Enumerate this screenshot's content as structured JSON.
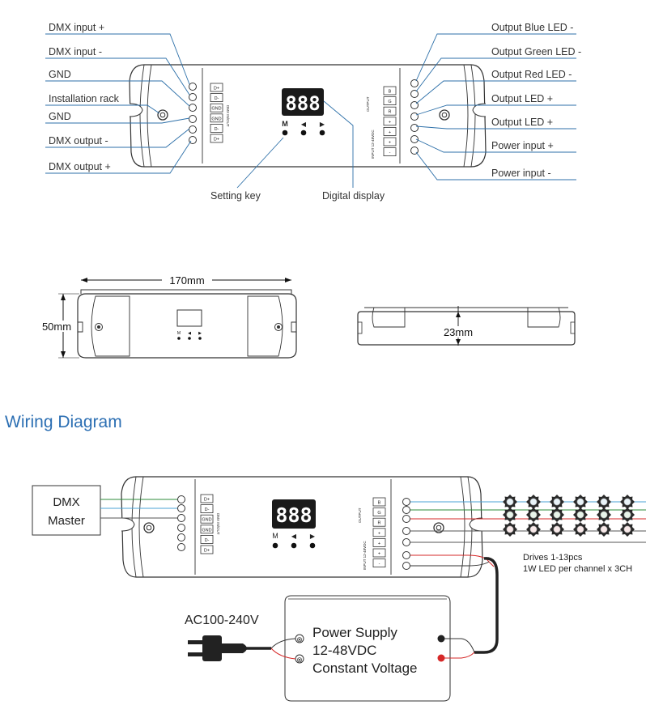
{
  "top_labels_left": [
    "DMX input +",
    "DMX input -",
    "GND",
    "Installation rack",
    "GND",
    "DMX output -",
    "DMX output +"
  ],
  "top_labels_right": [
    "Output Blue LED -",
    "Output Green LED -",
    "Output Red LED -",
    "Output LED +",
    "Output LED +",
    "Power input +",
    "Power input -"
  ],
  "bottom_labels": {
    "setting_key": "Setting key",
    "digital_display": "Digital display"
  },
  "display_text": "888",
  "buttons": {
    "m": "M",
    "left": "◀",
    "right": "▶"
  },
  "dmx_terminals": [
    "D+",
    "D-",
    "GND",
    "GND",
    "D-",
    "D+"
  ],
  "dmx_side_text": "DMX IN/OUT",
  "output_terminals": [
    "B",
    "G",
    "R",
    "+",
    "+"
  ],
  "output_side_text": "OUTPUT",
  "input_terminals": [
    "+",
    "-"
  ],
  "input_side_text": "INPUT 12-48VDC",
  "dimensions": {
    "length": "170mm",
    "width": "50mm",
    "height": "23mm"
  },
  "wiring": {
    "title": "Wiring Diagram",
    "dmx_master": [
      "DMX",
      "Master"
    ],
    "led_note": [
      "Drives 1-13pcs",
      "1W LED per channel x 3CH"
    ],
    "ac": "AC100-240V",
    "psu": [
      "Power Supply",
      "12-48VDC",
      "Constant Voltage"
    ],
    "colors": {
      "blue": "#4ba3d4",
      "green": "#2e8b3a",
      "red": "#d62828",
      "dark": "#333333",
      "title": "#2c6fb3"
    }
  }
}
